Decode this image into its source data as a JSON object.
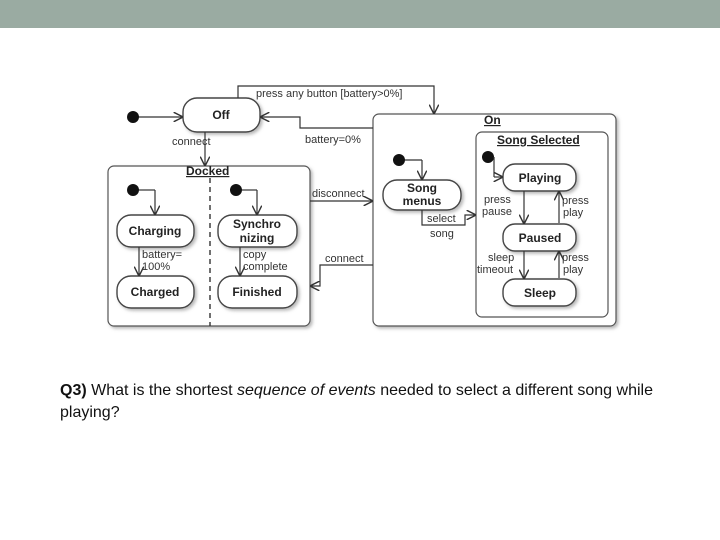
{
  "diagram": {
    "states": {
      "off": "Off",
      "charging": "Charging",
      "charged": "Charged",
      "synchro_line1": "Synchro",
      "synchro_line2": "nizing",
      "finished": "Finished",
      "song_menus_line1": "Song",
      "song_menus_line2": "menus",
      "playing": "Playing",
      "paused": "Paused",
      "sleep": "Sleep"
    },
    "regions": {
      "docked": "Docked",
      "on": "On",
      "song_selected": "Song Selected"
    },
    "transitions": {
      "press_any_button": "press any button [battery>0%]",
      "connect_top": "connect",
      "battery_zero": "battery=0%",
      "battery_full_line1": "battery=",
      "battery_full_line2": "100%",
      "copy_line1": "copy",
      "copy_line2": "complete",
      "disconnect": "disconnect",
      "connect_mid": "connect",
      "select_line1": "select",
      "select_line2": "song",
      "press_pause_line1": "press",
      "press_pause_line2": "pause",
      "press_play_line1": "press",
      "press_play_line2": "play",
      "sleep_timeout_line1": "sleep",
      "sleep_timeout_line2": "timeout",
      "press_play2_line1": "press",
      "press_play2_line2": "play"
    }
  },
  "question": {
    "number": "Q3)",
    "text_before": "What is the shortest",
    "emphasis": "sequence of events",
    "text_after": "needed to select a different song while playing?"
  }
}
